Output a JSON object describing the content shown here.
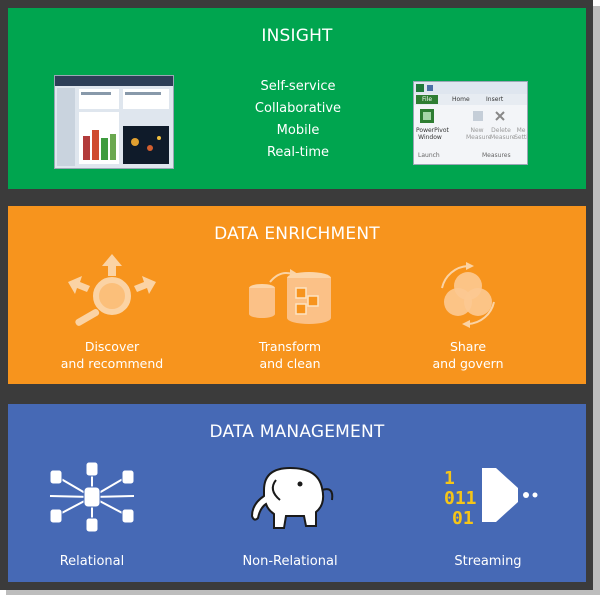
{
  "insight": {
    "title": "INSIGHT",
    "features": [
      "Self-service",
      "Collaborative",
      "Mobile",
      "Real-time"
    ],
    "ribbon": {
      "tabs": [
        "File",
        "Home",
        "Insert"
      ],
      "buttons": [
        "PowerPivot Window",
        "New Measure",
        "Delete Measure",
        "Me Setti"
      ],
      "groups": [
        "Launch",
        "Measures"
      ]
    }
  },
  "enrichment": {
    "title": "DATA ENRICHMENT",
    "items": [
      {
        "line1": "Discover",
        "line2": "and recommend",
        "icon": "discover-icon"
      },
      {
        "line1": "Transform",
        "line2": "and clean",
        "icon": "transform-icon"
      },
      {
        "line1": "Share",
        "line2": "and govern",
        "icon": "share-icon"
      }
    ]
  },
  "management": {
    "title": "DATA MANAGEMENT",
    "items": [
      {
        "label": "Relational",
        "icon": "database-network-icon"
      },
      {
        "label": "Non-Relational",
        "icon": "elephant-icon"
      },
      {
        "label": "Streaming",
        "icon": "streaming-icon"
      }
    ],
    "streaming_bits": [
      "1",
      "011",
      "01"
    ]
  },
  "colors": {
    "insight": "#00a54f",
    "enrichment": "#f7941d",
    "management": "#4669b5",
    "frame": "#3b3b3b"
  }
}
